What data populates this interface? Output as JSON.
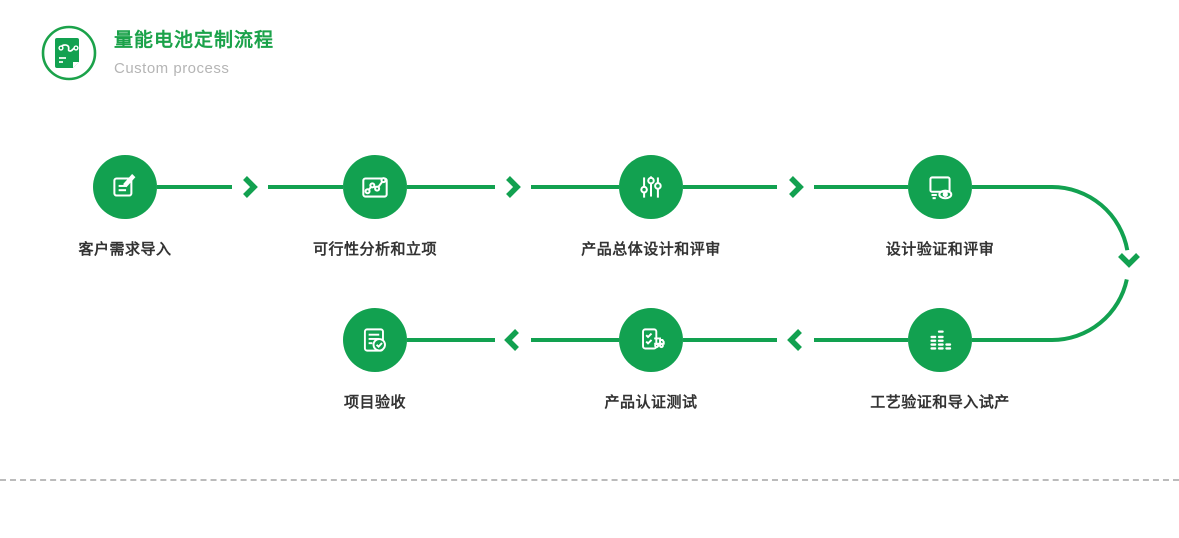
{
  "colors": {
    "accent_green": "#12a150",
    "title_green": "#1ba24a",
    "label_text": "#333333",
    "subtitle_text": "#b5b5b5",
    "divider_gray": "#bbbbbb"
  },
  "header": {
    "title": "量能电池定制流程",
    "subtitle": "Custom process",
    "icon": "process-document-icon"
  },
  "flow": {
    "steps": [
      {
        "order": 1,
        "label": "客户需求导入",
        "icon": "edit-document-icon",
        "row": "top"
      },
      {
        "order": 2,
        "label": "可行性分析和立项",
        "icon": "line-chart-icon",
        "row": "top"
      },
      {
        "order": 3,
        "label": "产品总体设计和评审",
        "icon": "sliders-icon",
        "row": "top"
      },
      {
        "order": 4,
        "label": "设计验证和评审",
        "icon": "monitor-review-icon",
        "row": "top"
      },
      {
        "order": 5,
        "label": "工艺验证和导入试产",
        "icon": "equalizer-bars-icon",
        "row": "bottom"
      },
      {
        "order": 6,
        "label": "产品认证测试",
        "icon": "checklist-truck-icon",
        "row": "bottom"
      },
      {
        "order": 7,
        "label": "项目验收",
        "icon": "document-check-icon",
        "row": "bottom"
      }
    ],
    "top_row_direction": "left-to-right",
    "bottom_row_direction": "right-to-left"
  }
}
